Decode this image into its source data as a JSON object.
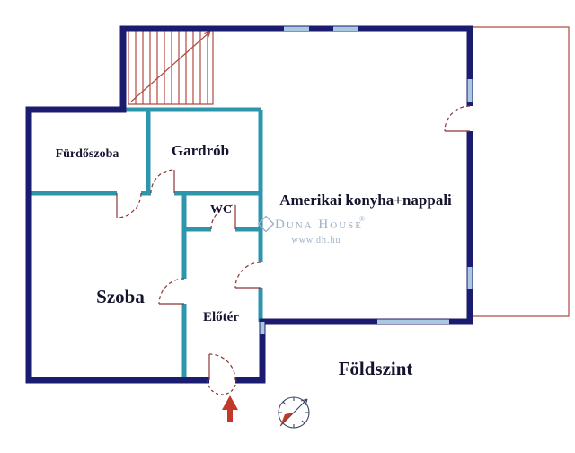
{
  "floor_label": "Földszint",
  "rooms": {
    "bathroom": "Fürdőszoba",
    "wardrobe": "Gardrób",
    "wc": "WC",
    "kitchen_living": "Amerikai konyha+nappali",
    "room": "Szoba",
    "hall": "Előtér"
  },
  "watermark": {
    "brand": "Duna House",
    "registered": "®",
    "url": "www.dh.hu"
  },
  "colors": {
    "outer_wall": "#1b1b6f",
    "inner_wall": "#2d96ac",
    "window": "#a9c8e2",
    "stairs_red": "#b24a42",
    "door_red": "#8a3434",
    "accent_red": "#c0392b",
    "compass": "#3a4664",
    "label_text": "#14142e",
    "watermark_text": "#9fb0c4"
  }
}
